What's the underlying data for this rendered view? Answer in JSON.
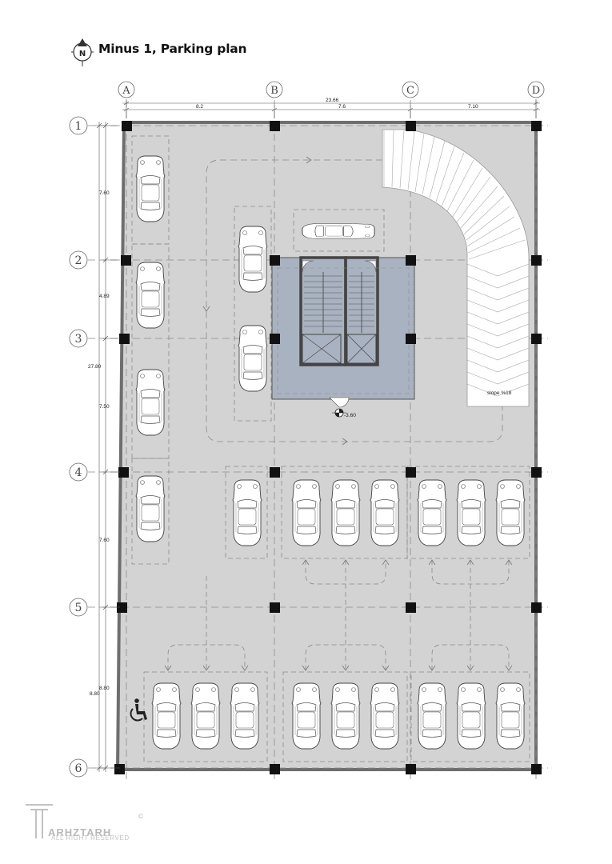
{
  "title": "Minus 1, Parking plan",
  "north_label": "N",
  "column_axes": [
    "A",
    "B",
    "C",
    "D"
  ],
  "row_axes": [
    "1",
    "2",
    "3",
    "4",
    "5",
    "6"
  ],
  "dimensions": {
    "total_width": "23.66",
    "segments_x": [
      "8.2",
      "7.6",
      "7.10"
    ],
    "total_height": "27.80",
    "segments_y": [
      "7.60",
      "4.89",
      "7.50",
      "7.60",
      "8.80"
    ],
    "segment_y_extra": "8.80"
  },
  "annotations": {
    "level": "-3.60",
    "ramp_slope": "slope %18"
  },
  "watermark": {
    "brand": "ARHZTARH",
    "subtitle": "ALL RIGHT RESERVED",
    "copyright": "©"
  },
  "colors": {
    "floor": "#d3d3d3",
    "core": "#a9b2c0",
    "column": "#111111",
    "line": "#7a7a7a"
  }
}
